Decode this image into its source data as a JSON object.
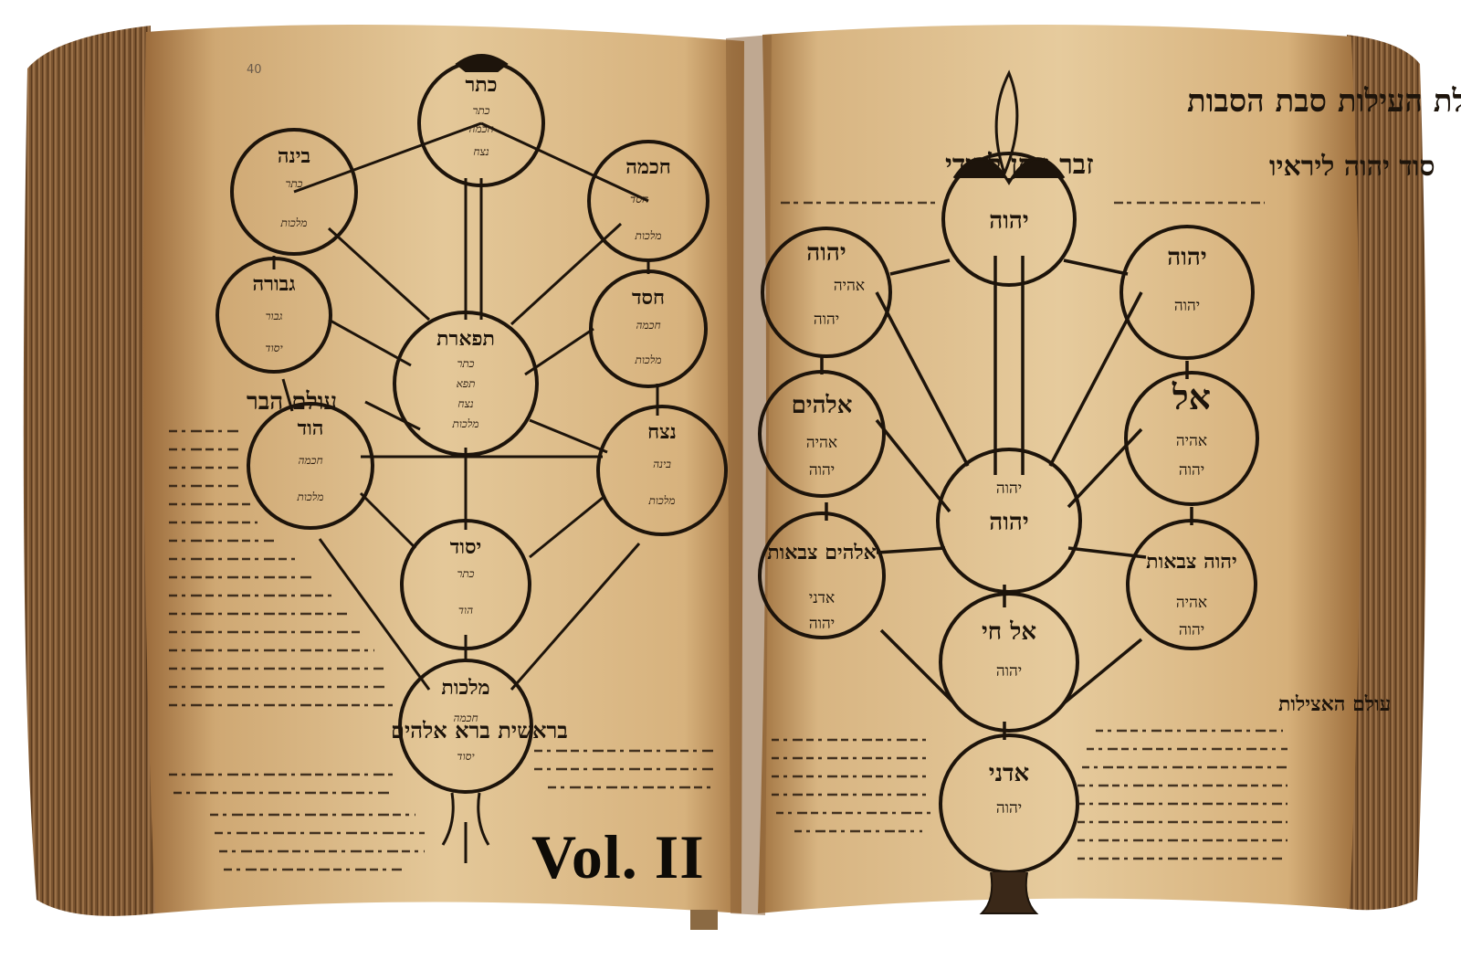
{
  "overlay": {
    "volume_label": "Vol. II"
  },
  "manuscript": {
    "folio_number": "40",
    "left_page": {
      "sefirot": [
        {
          "id": "keter",
          "name": "כתר"
        },
        {
          "id": "binah",
          "name": "בינה"
        },
        {
          "id": "chokhmah",
          "name": "חכמה"
        },
        {
          "id": "gevurah",
          "name": "גבורה"
        },
        {
          "id": "chesed",
          "name": "חסד"
        },
        {
          "id": "tiferet",
          "name": "תפארת"
        },
        {
          "id": "hod",
          "name": "הוד"
        },
        {
          "id": "netzach",
          "name": "נצח"
        },
        {
          "id": "yesod",
          "name": "יסוד"
        },
        {
          "id": "malkhut",
          "name": "מלכות"
        }
      ],
      "inner_words": [
        "כתר",
        "חכמה",
        "בינה",
        "חסד",
        "גבור",
        "תפא",
        "נצח",
        "הוד",
        "יסוד",
        "מלכות"
      ],
      "side_heading": "עולם הבר",
      "bottom_heading": "בראשית ברא אלהים"
    },
    "right_page": {
      "title": "עלת העילות סבת הסבות",
      "subtitle_right": "סוד יהוה ליראיו",
      "subtitle_left": "זבר עתן להודי",
      "circles": [
        {
          "id": "r-top",
          "name": "יהוה"
        },
        {
          "id": "r-upper-left",
          "name": "יהוה"
        },
        {
          "id": "r-upper-right",
          "name": "יהוה"
        },
        {
          "id": "r-mid-left",
          "name": "אלהים"
        },
        {
          "id": "r-mid-right",
          "name": "אל"
        },
        {
          "id": "r-center",
          "name": "יהוה"
        },
        {
          "id": "r-low-left",
          "name": "אלהים צבאות"
        },
        {
          "id": "r-low-right",
          "name": "יהוה צבאות"
        },
        {
          "id": "r-lower-center",
          "name": "אל חי"
        },
        {
          "id": "r-bottom",
          "name": "אדני"
        }
      ],
      "inner_words": [
        "אהיה",
        "אדני",
        "יהוה"
      ],
      "side_heading": "עולם האצילות"
    }
  },
  "colors": {
    "parchment": "#e2c597",
    "parchment_shadow": "#b98c55",
    "ink": "#1d140b",
    "page_edge": "#6b4a2a",
    "background": "#ffffff"
  }
}
